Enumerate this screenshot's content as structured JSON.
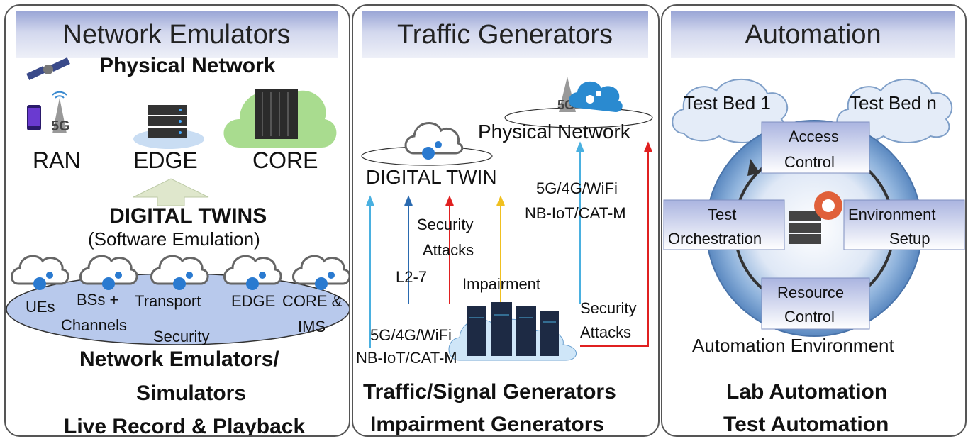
{
  "panel1": {
    "title": "Network Emulators",
    "physical_network": "Physical Network",
    "ran": "RAN",
    "edge": "EDGE",
    "core": "CORE",
    "digital_twins": "DIGITAL TWINS",
    "software_emulation": "(Software Emulation)",
    "ues": "UEs",
    "bss": "BSs +",
    "channels": "Channels",
    "transport": "Transport",
    "edge2": "EDGE",
    "core_ims1": "CORE &",
    "core_ims2": "IMS",
    "security": "Security",
    "footer1": "Network Emulators/",
    "footer2": "Simulators",
    "footer3": "Live Record & Playback"
  },
  "panel2": {
    "title": "Traffic Generators",
    "physical_network": "Physical Network",
    "digital_twin": "DIGITAL TWIN",
    "right_label1": "5G/4G/WiFi",
    "right_label2": "NB-IoT/CAT-M",
    "security_attacks1": "Security",
    "security_attacks2": "Attacks",
    "l2_7": "L2-7",
    "impairment": "Impairment",
    "bottom_sec1": "Security",
    "bottom_sec2": "Attacks",
    "left_label1": "5G/4G/WiFi",
    "left_label2": "NB-IoT/CAT-M",
    "footer1": "Traffic/Signal Generators",
    "footer2": "Impairment Generators"
  },
  "panel3": {
    "title": "Automation",
    "testbed1": "Test Bed 1",
    "testbedn": "Test Bed n",
    "access1": "Access",
    "access2": "Control",
    "test1": "Test",
    "test2": "Orchestration",
    "env1": "Environment",
    "env2": "Setup",
    "res1": "Resource",
    "res2": "Control",
    "automation_env": "Automation Environment",
    "footer1": "Lab Automation",
    "footer2": "Test Automation"
  }
}
